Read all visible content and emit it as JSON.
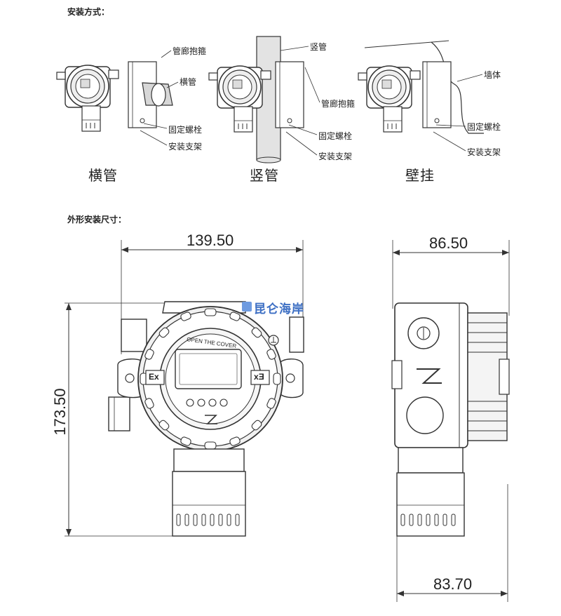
{
  "section_install": {
    "title": "安装方式："
  },
  "install_methods": [
    {
      "caption": "横管",
      "callouts": [
        "管廊抱箍",
        "横管",
        "固定螺栓",
        "安装支架"
      ]
    },
    {
      "caption": "竖管",
      "callouts": [
        "竖管",
        "管廊抱箍",
        "固定螺栓",
        "安装支架"
      ]
    },
    {
      "caption": "壁挂",
      "callouts": [
        "墙体",
        "固定螺栓",
        "安装支架"
      ]
    }
  ],
  "section_dims": {
    "title": "外形安装尺寸："
  },
  "dimensions": {
    "front_width": "139.50",
    "front_height": "173.50",
    "side_width": "86.50",
    "side_bottom_width": "83.70"
  },
  "device": {
    "ex_left": "Ex",
    "ex_right": "Ex",
    "cover_text": "OPEN THE COVER"
  },
  "watermark": {
    "text": "昆仑海岸"
  }
}
